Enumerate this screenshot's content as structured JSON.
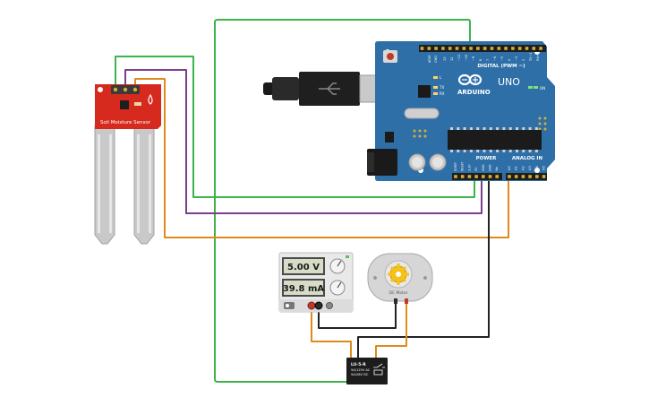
{
  "sensor": {
    "label": "Soil Moisture Sensor"
  },
  "arduino": {
    "model": "UNO",
    "brand": "ARDUINO",
    "digital_label": "DIGITAL (PWM ~)",
    "power_label": "POWER",
    "analog_label": "ANALOG IN",
    "on_label": "ON",
    "led_l": "L",
    "led_tx": "TX",
    "led_rx": "RX",
    "aref": "AREF",
    "gnd": "GND",
    "digital_pins": [
      "13",
      "12",
      "~11",
      "~10",
      "~9",
      "8",
      "7",
      "~6",
      "~5",
      "4",
      "~3",
      "2",
      "TX➝1",
      "RX←0"
    ],
    "power_pins": [
      "IOREF",
      "RESET",
      "3.3V",
      "5V",
      "GND",
      "GND",
      "Vin"
    ],
    "analog_pins": [
      "A0",
      "A1",
      "A2",
      "A3",
      "A4",
      "A5"
    ]
  },
  "power_supply": {
    "voltage": "5.00 V",
    "current": "39.8 mA"
  },
  "motor": {
    "label": "DC Motor"
  },
  "relay": {
    "label": "LU-5-R",
    "line1": "5A/125V AC",
    "line2": "5A/28V DC"
  },
  "colors": {
    "wire_green": "#3cb44b",
    "wire_purple": "#7a3e8c",
    "wire_orange": "#e08a1e",
    "wire_black": "#222222",
    "board_blue": "#2f6fa8",
    "sensor_red": "#d62a1e"
  }
}
